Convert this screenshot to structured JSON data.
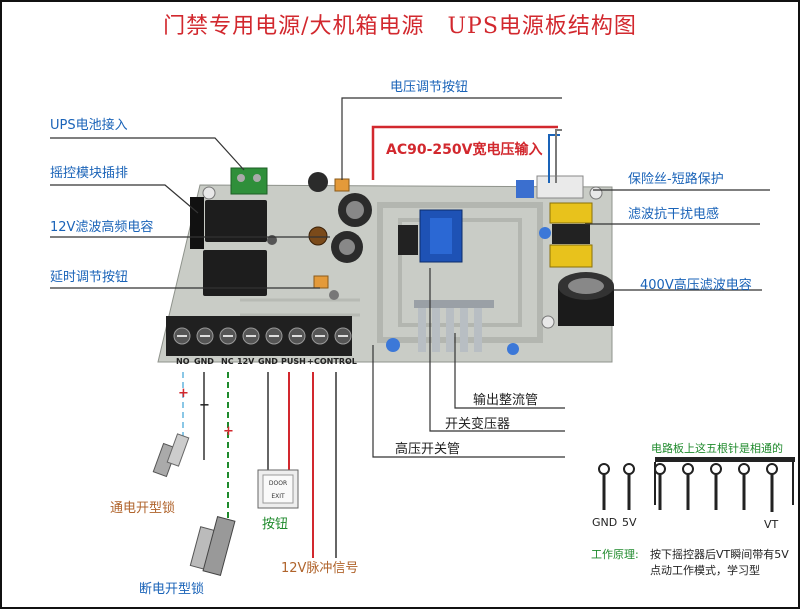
{
  "title": "门禁专用电源/大机箱电源　UPS电源板结构图",
  "labels": {
    "voltage_adjust": "电压调节按钮",
    "ups_battery": "UPS电池接入",
    "remote_module": "摇控模块插排",
    "cap_12v": "12V滤波高频电容",
    "delay_adjust": "延时调节按钮",
    "ac_input": "AC90-250V宽电压输入",
    "fuse": "保险丝-短路保护",
    "filter_inductor": "滤波抗干扰电感",
    "cap_400v": "400V高压滤波电容",
    "output_rectifier": "输出整流管",
    "switch_transformer": "开关变压器",
    "hv_switch": "高压开关管",
    "lock_power_on": "通电开型锁",
    "lock_power_off": "断电开型锁",
    "button": "按钮",
    "pulse_12v": "12V脉冲信号"
  },
  "terminals": [
    "NO",
    "GND",
    "NC",
    "12V",
    "GND",
    "PUSH",
    "+",
    "CONTROL",
    "-"
  ],
  "button_device": {
    "line1": "DOOR",
    "line2": "EXIT"
  },
  "pin_header": {
    "caption": "电路板上这五根针是相通的",
    "gnd": "GND",
    "v5": "5V",
    "vt": "VT"
  },
  "work_principle": {
    "title": "工作原理:",
    "line1": "按下摇控器后VT瞬间带有5V",
    "line2": "点动工作模式，学习型"
  },
  "polarity": {
    "plus": "+",
    "minus": "−"
  },
  "colors": {
    "title": "#d2282e",
    "label": "#1a63b8",
    "pcb": "#c9ccc6",
    "terminal": "#2a2a2a",
    "accent_red": "#d2282e",
    "accent_green": "#1f8a2c"
  }
}
